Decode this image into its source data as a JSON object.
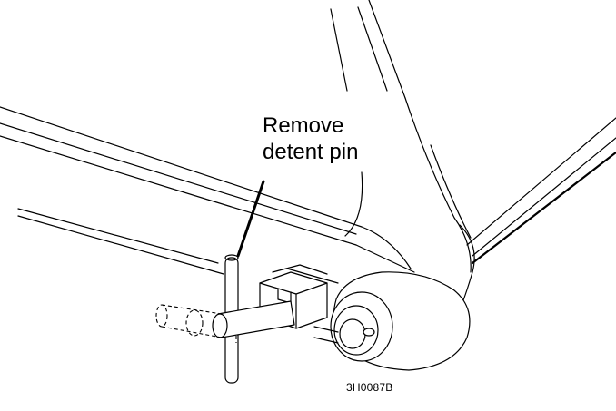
{
  "callout": {
    "line1": "Remove",
    "line2": "detent pin"
  },
  "figure_id": "3H0087B",
  "parts": [
    {
      "icon": "detent-pin-icon"
    },
    {
      "icon": "frame-rail-icon"
    },
    {
      "icon": "pivot-arm-icon"
    },
    {
      "icon": "roller-hub-icon"
    }
  ]
}
